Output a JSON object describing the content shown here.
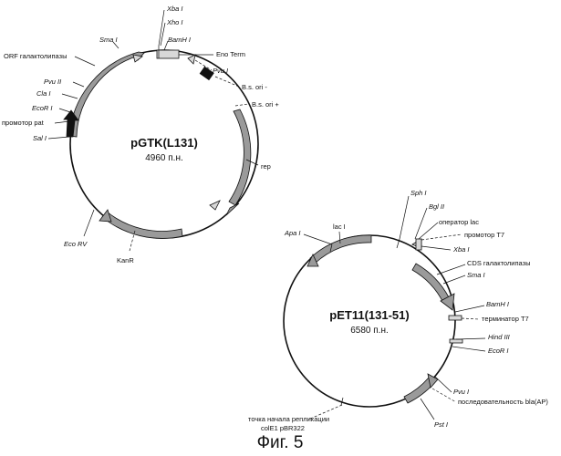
{
  "caption": "Фиг. 5",
  "plasmids": [
    {
      "name": "pGTK(L131)",
      "size": "4960 п.н.",
      "labels": {
        "xba": "Xba I",
        "xho": "Xho I",
        "bam": "BamH I",
        "enoterm": "Eno Term",
        "pvu_right": "Pvu I",
        "bsori_minus": "B.s. ori -",
        "bsori_plus": "B.s. ori +",
        "rep": "rep",
        "sma": "Sma I",
        "orf": "ORF галактолипазы",
        "pvu2": "Pvu II",
        "cla": "Cla I",
        "ecor": "EcoR I",
        "promoter": "промотор pat",
        "sal": "Sal I",
        "ecorv": "Eco RV",
        "kanr": "KanR"
      }
    },
    {
      "name": "pET11(131-51)",
      "size": "6580 п.н.",
      "labels": {
        "sph": "Sph I",
        "bgl": "Bgl II",
        "lacop": "оператор lac",
        "t7prom": "промотор T7",
        "xba": "Xba I",
        "laci": "lac I",
        "apa": "Apa I",
        "cds": "CDS галактолипазы",
        "sma": "Sma I",
        "bam": "BamH I",
        "t7term": "терминатор T7",
        "hind": "Hind III",
        "ecor": "EcoR I",
        "pvu": "Pvu I",
        "bla": "последовательность bla(AP)",
        "pst": "Pst I",
        "ori_line1": "точка начала репликации",
        "ori_line2": "colE1 pBR322"
      }
    }
  ]
}
